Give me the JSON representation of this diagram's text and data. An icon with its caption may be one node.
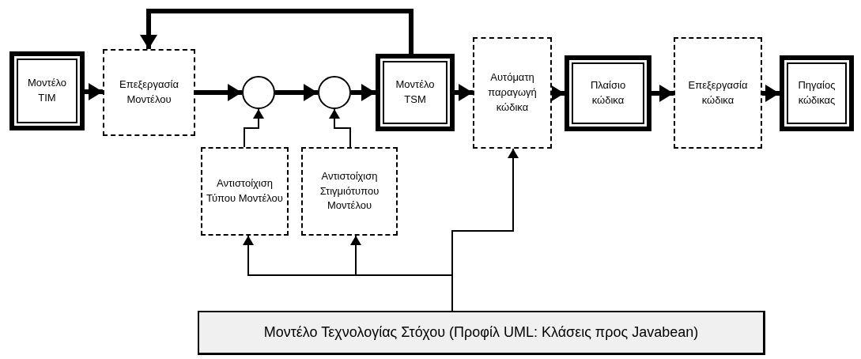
{
  "diagram": {
    "nodes": [
      {
        "text": [
          "Μοντέλο TIM"
        ]
      },
      {
        "text": [
          "Επεξεργασία Μοντέλου"
        ]
      },
      {
        "text": [],
        "shape": "circle"
      },
      {
        "text": [],
        "shape": "circle"
      },
      {
        "text": [
          "Μοντέλο TSM"
        ]
      },
      {
        "text": [
          "Αυτόματη παραγωγή κώδικα"
        ]
      },
      {
        "text": [
          "Πλαίσιο κώδικα"
        ]
      },
      {
        "text": [
          "Επεξεργασία κώδικα"
        ]
      },
      {
        "text": [
          "Πηγαίος κώδικας"
        ]
      },
      {
        "text": [
          "Αντιστοίχιση Τύπου Μοντέλου"
        ]
      },
      {
        "text": [
          "Αντιστοίχιση Στιγμιότυπου Μοντέλου"
        ]
      },
      {
        "text": [
          "Μοντέλο Τεχνολογίας Στόχου (Προφίλ UML: Κλάσεις προς Javabean)"
        ]
      }
    ],
    "edges": [
      {
        "from": 0,
        "to": 1,
        "arrow": "to"
      },
      {
        "from": 1,
        "to": 2,
        "arrow": "to"
      },
      {
        "from": 2,
        "to": 3,
        "arrow": "to"
      },
      {
        "from": 3,
        "to": 4,
        "arrow": "to"
      },
      {
        "from": 4,
        "to": 1,
        "arrow": "to"
      },
      {
        "from": 4,
        "to": 5,
        "arrow": "to"
      },
      {
        "from": 5,
        "to": 6,
        "arrow": "to"
      },
      {
        "from": 6,
        "to": 7,
        "arrow": "to"
      },
      {
        "from": 7,
        "to": 8,
        "arrow": "to"
      },
      {
        "from": 9,
        "to": 2,
        "arrow": "to"
      },
      {
        "from": 10,
        "to": 3,
        "arrow": "to"
      },
      {
        "from": 11,
        "to": 9,
        "arrow": "to"
      },
      {
        "from": 11,
        "to": 10,
        "arrow": "to"
      },
      {
        "from": 11,
        "to": 5,
        "arrow": "to"
      }
    ]
  }
}
